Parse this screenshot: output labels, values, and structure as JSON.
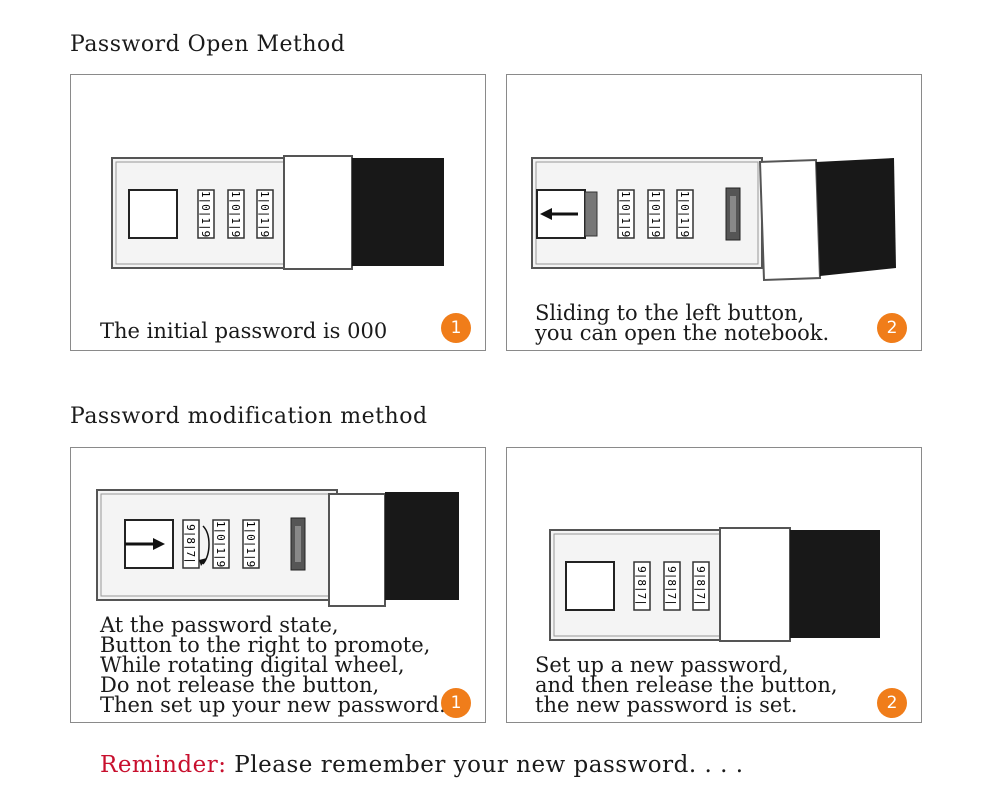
{
  "sections": [
    {
      "heading": "Password Open Method",
      "steps": [
        {
          "caption": "The initial password is 000",
          "badge": "1"
        },
        {
          "caption": "Sliding to the left button,\nyou can open the notebook.",
          "badge": "2"
        }
      ]
    },
    {
      "heading": "Password modification method",
      "steps": [
        {
          "caption": "At the password state,\nButton to the right to promote,\nWhile rotating digital wheel,\nDo not release the button,\nThen set up your new password.",
          "badge": "1"
        },
        {
          "caption": "Set up a new password,\nand then release the button,\nthe new password is set.",
          "badge": "2"
        }
      ]
    }
  ],
  "dials": {
    "initial": "1|0|1|9",
    "new": "9|8|7|"
  },
  "reminder": {
    "label": "Reminder:",
    "text": " Please remember your new password. . . ."
  },
  "colors": {
    "badge": "#f07d1a",
    "reminder_label": "#c8102e"
  }
}
